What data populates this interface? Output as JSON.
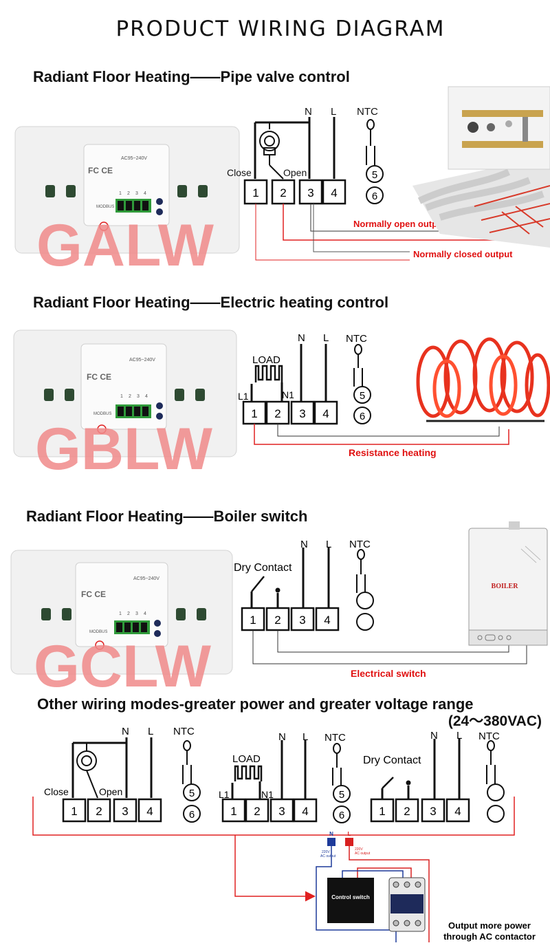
{
  "title": "PRODUCT WIRING DIAGRAM",
  "colors": {
    "red_wire": "#e02020",
    "dark_wire": "#222222",
    "accent_text": "#e01010",
    "watermark": "#f08a8a"
  },
  "sections": [
    {
      "heading": "Radiant Floor Heating——Pipe valve control",
      "watermark": "GALW",
      "terminals": [
        "1",
        "2",
        "3",
        "4"
      ],
      "ntc_terminals": [
        "5",
        "6"
      ],
      "labels": {
        "n": "N",
        "l": "L",
        "ntc": "NTC",
        "close": "Close",
        "open": "Open"
      },
      "outputs": [
        "Normally open output",
        "Normally closed output"
      ],
      "device": {
        "rating": "AC95~240V",
        "terminal_nums": [
          "1",
          "2",
          "3",
          "4"
        ],
        "modbus": "MODBUS"
      }
    },
    {
      "heading": "Radiant Floor Heating——Electric heating control",
      "watermark": "GBLW",
      "terminals": [
        "1",
        "2",
        "3",
        "4"
      ],
      "ntc_terminals": [
        "5",
        "6"
      ],
      "labels": {
        "n": "N",
        "l": "L",
        "ntc": "NTC",
        "load": "LOAD",
        "l1": "L1",
        "n1": "N1"
      },
      "outputs": [
        "Resistance heating"
      ],
      "device": {
        "rating": "AC95~240V",
        "terminal_nums": [
          "1",
          "2",
          "3",
          "4"
        ],
        "modbus": "MODBUS"
      }
    },
    {
      "heading": "Radiant Floor Heating——Boiler switch",
      "watermark": "GCLW",
      "terminals": [
        "1",
        "2",
        "3",
        "4"
      ],
      "labels": {
        "n": "N",
        "l": "L",
        "ntc": "NTC",
        "dry": "Dry Contact"
      },
      "outputs": [
        "Electrical switch"
      ],
      "boiler_label": "BOILER",
      "device": {
        "rating": "AC95~240V",
        "terminal_nums": [
          "1",
          "2",
          "3",
          "4"
        ],
        "modbus": "MODBUS"
      }
    }
  ],
  "other": {
    "heading": "Other wiring modes-greater power and greater voltage range",
    "subheading": "(24～380VAC)",
    "terminals": [
      "1",
      "2",
      "3",
      "4"
    ],
    "ntc_terminals": [
      "5",
      "6"
    ],
    "labels": {
      "n": "N",
      "l": "L",
      "ntc": "NTC",
      "close": "Close",
      "open": "Open",
      "load": "LOAD",
      "l1": "L1",
      "n1": "N1",
      "dry": "Dry Contact"
    },
    "contactor": {
      "switch_label": "Control switch",
      "n_badge": "N",
      "l_badge": "L",
      "v_n": "220V",
      "v_n2": "AC output",
      "v_l": "220V",
      "v_l2": "AC output",
      "caption_line1": "Output more power",
      "caption_line2": "through AC contactor"
    }
  }
}
